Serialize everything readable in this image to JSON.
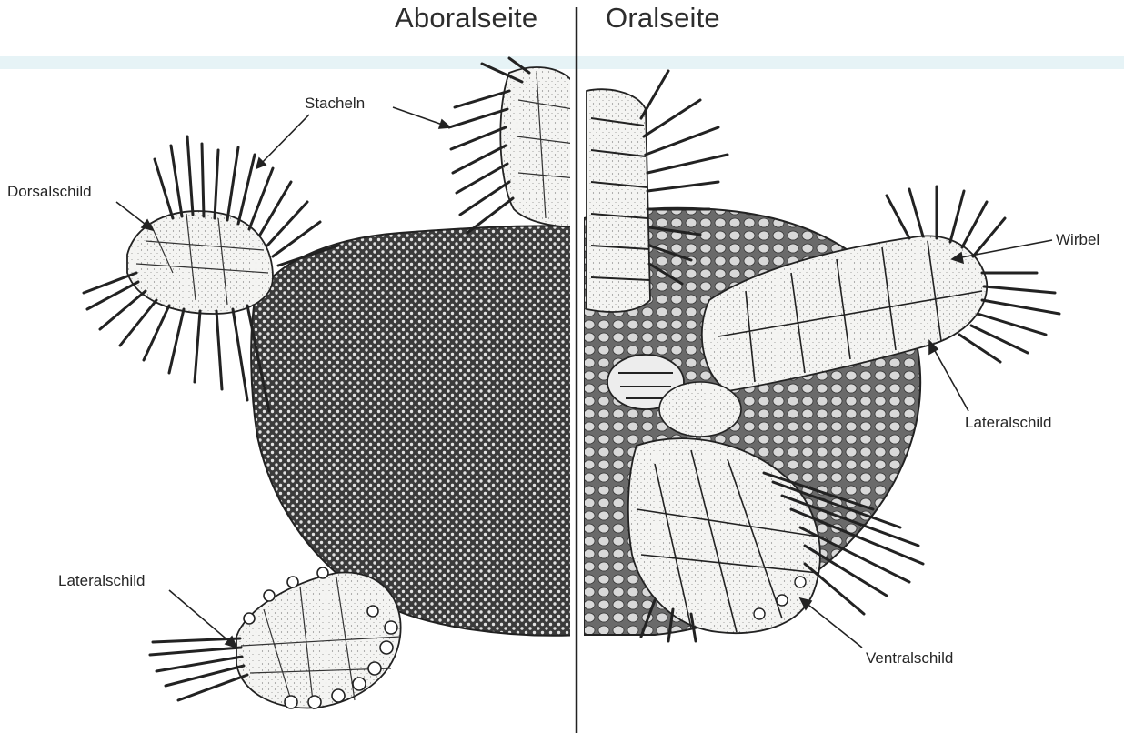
{
  "header": {
    "left_title": "Aboralseite",
    "right_title": "Oralseite"
  },
  "labels": {
    "stacheln": "Stacheln",
    "dorsalschild": "Dorsalschild",
    "lateralschild_left": "Lateralschild",
    "wirbel": "Wirbel",
    "lateralschild_right": "Lateralschild",
    "ventralschild": "Ventralschild"
  },
  "colors": {
    "ink": "#2b2b2b",
    "body_fill": "#3a3a3a",
    "plate_fill": "#f4f4f2",
    "top_band": "#e6f3f6"
  }
}
